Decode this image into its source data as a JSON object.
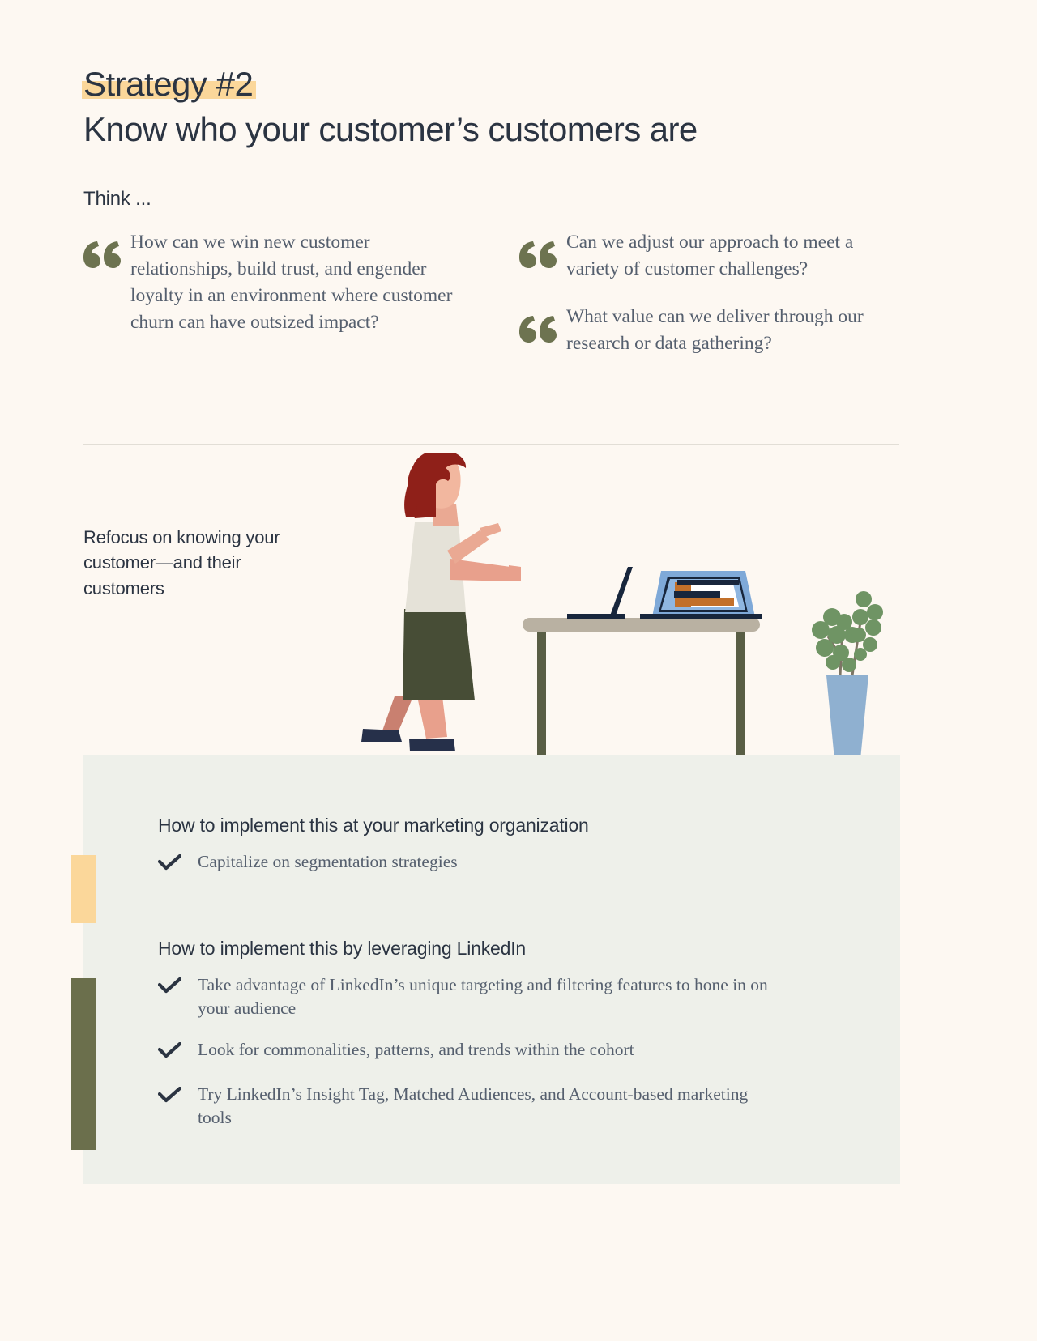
{
  "header": {
    "strategy_label": "Strategy #2",
    "title": "Know who your customer’s customers are",
    "think_label": "Think ..."
  },
  "quotes": {
    "left": [
      "How can we win new customer relationships, build trust, and engender loyalty in an environment where customer churn can have outsized impact?"
    ],
    "right": [
      "Can we adjust our approach to meet a variety of customer challenges?",
      "What value can we deliver through our research or data gathering?"
    ],
    "mark": "“"
  },
  "illustration": {
    "caption": "Refocus on knowing your customer—and their customers",
    "alt": "woman-walking-toward-desk-with-laptops-and-plant"
  },
  "panel": {
    "sections": [
      {
        "title": "How to implement this at your marketing organization",
        "accent_color": "#fbd79a",
        "bullets": [
          "Capitalize on segmentation strategies"
        ]
      },
      {
        "title": "How to implement this by leveraging LinkedIn",
        "accent_color": "#6b6f4c",
        "bullets": [
          "Take advantage of LinkedIn’s unique targeting and filtering features to hone in on your audience",
          "Look for commonalities, patterns, and trends within the cohort",
          "Try LinkedIn’s Insight Tag, Matched Audiences, and Account-based marketing tools"
        ]
      }
    ]
  },
  "colors": {
    "background": "#fdf8f2",
    "panel": "#eef0ea",
    "heading": "#2b3442",
    "body": "#555f6e",
    "highlight": "#fbd79a",
    "olive": "#6b6f4c",
    "quote_mark": "#6d7350"
  }
}
